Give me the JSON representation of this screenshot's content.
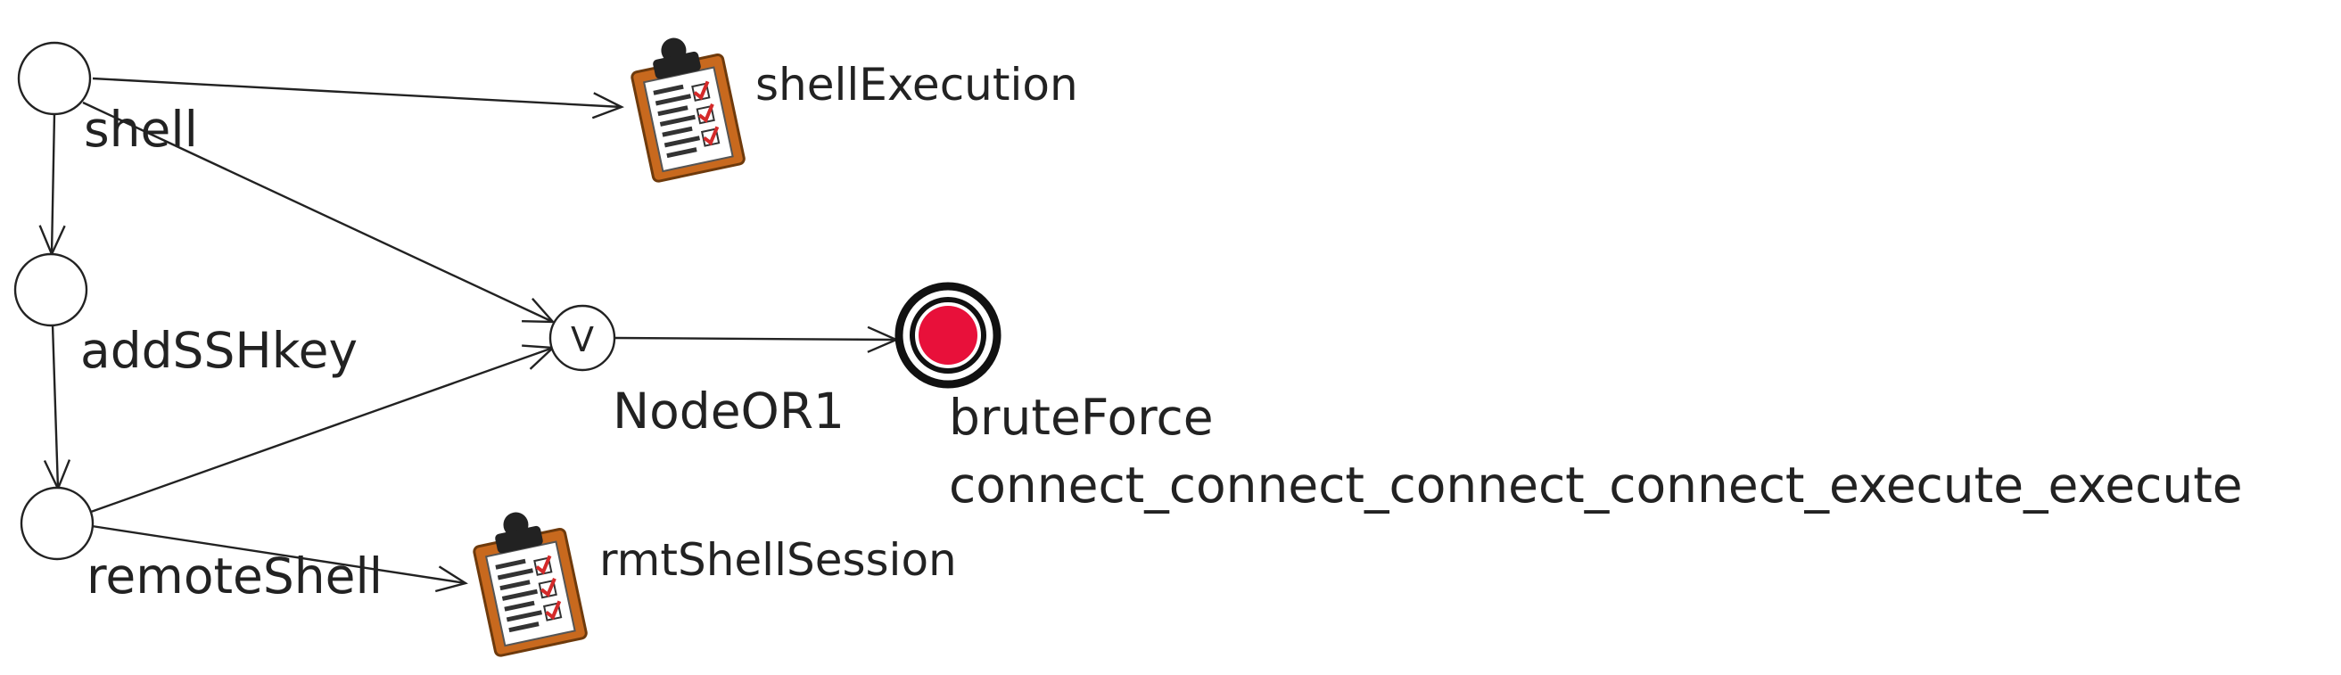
{
  "diagram": {
    "nodes": {
      "shell": {
        "label": "shell"
      },
      "addSSHkey": {
        "label": "addSSHkey"
      },
      "remoteShell": {
        "label": "remoteShell"
      },
      "or": {
        "symbol": "V",
        "label": "NodeOR1"
      },
      "goal": {
        "label": "bruteForce",
        "sublabel": "connect_connect_connect_connect_execute_execute",
        "fill": "#e8103a"
      }
    },
    "artifacts": {
      "shellExecution": {
        "label": "shellExecution",
        "icon": "clipboard-checklist-icon"
      },
      "rmtShellSession": {
        "label": "rmtShellSession",
        "icon": "clipboard-checklist-icon"
      }
    },
    "edges": [
      {
        "from": "shell",
        "to": "shellExecution"
      },
      {
        "from": "shell",
        "to": "addSSHkey"
      },
      {
        "from": "shell",
        "to": "NodeOR1"
      },
      {
        "from": "addSSHkey",
        "to": "remoteShell"
      },
      {
        "from": "remoteShell",
        "to": "NodeOR1"
      },
      {
        "from": "remoteShell",
        "to": "rmtShellSession"
      },
      {
        "from": "NodeOR1",
        "to": "bruteForce"
      }
    ],
    "colors": {
      "stroke": "#222222",
      "goal_fill": "#e8103a",
      "clipboard_board": "#c8691e",
      "clipboard_clip": "#222222",
      "check_mark": "#d42a2a"
    }
  }
}
